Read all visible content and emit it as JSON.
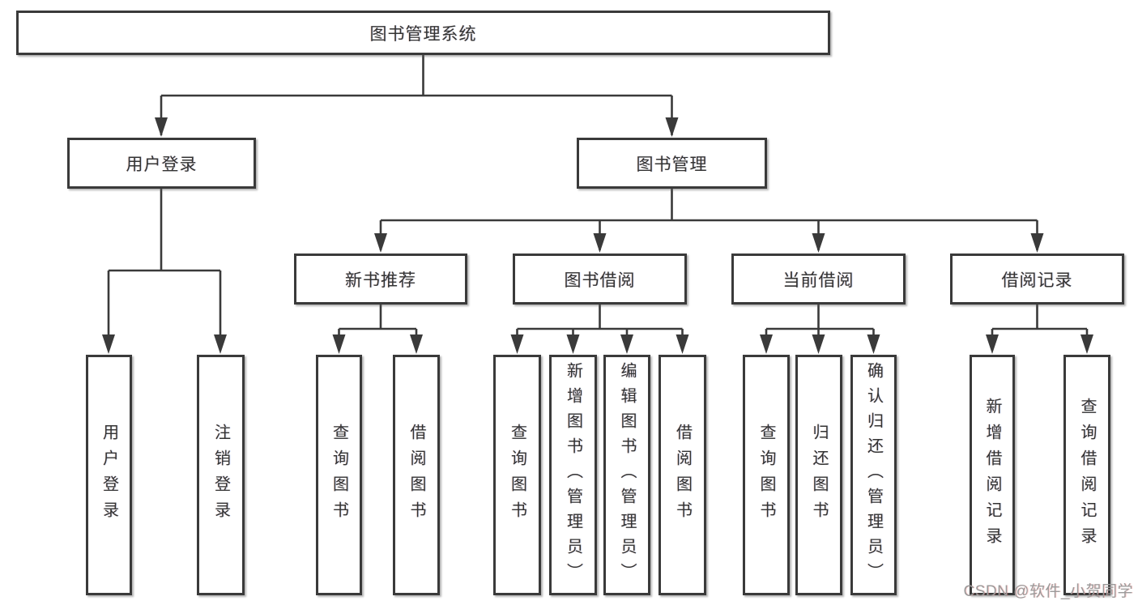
{
  "diagram": {
    "title": "图书管理系统",
    "root": "图书管理系统",
    "branches": [
      {
        "label": "用户登录",
        "children": [
          "用户登录",
          "注销登录"
        ]
      },
      {
        "label": "图书管理",
        "groups": [
          {
            "label": "新书推荐",
            "children": [
              "查询图书",
              "借阅图书"
            ]
          },
          {
            "label": "图书借阅",
            "children": [
              "查询图书",
              "新增图书（管理员）",
              "编辑图书（管理员）",
              "借阅图书"
            ]
          },
          {
            "label": "当前借阅",
            "children": [
              "查询图书",
              "归还图书",
              "确认归还（管理员）"
            ]
          },
          {
            "label": "借阅记录",
            "children": [
              "新增借阅记录",
              "查询借阅记录"
            ]
          }
        ]
      }
    ]
  },
  "watermark": "CSDN @软件_小贺同学",
  "colors": {
    "line": "#3a3a3a",
    "box_border": "#3a3a3a",
    "box_fill": "#ffffff",
    "text": "#333333",
    "watermark": "#9b9b9b",
    "background": "#ffffff"
  }
}
